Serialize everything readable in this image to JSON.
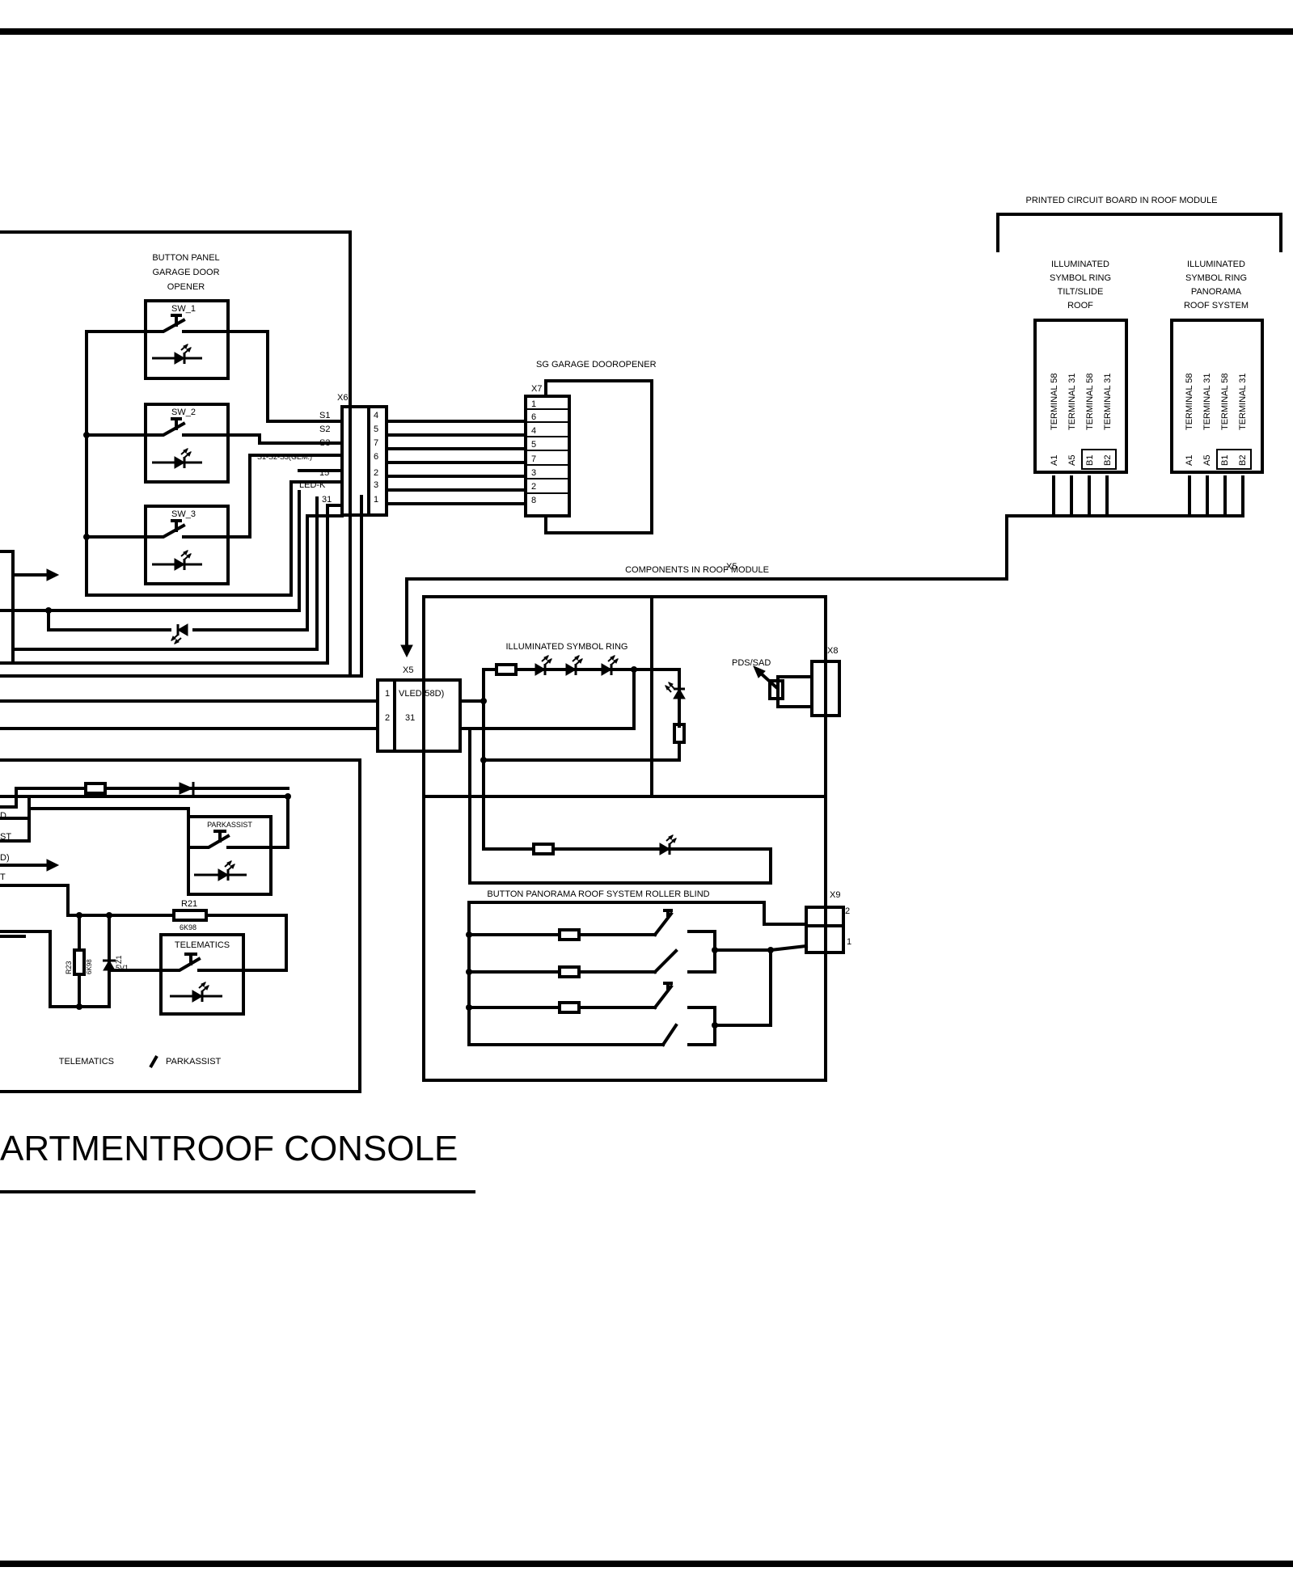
{
  "page_title": "ARTMENTROOF CONSOLE",
  "button_panel": {
    "title_line1": "BUTTON PANEL",
    "title_line2": "GARAGE DOOR",
    "title_line3": "OPENER",
    "switches": [
      "SW_1",
      "SW_2",
      "SW_3"
    ]
  },
  "x6": {
    "label": "X6",
    "signals": [
      "S1",
      "S2",
      "S3",
      "S1-S2-S3(GEM.)",
      "15",
      "LED-K",
      "31"
    ],
    "pins": [
      "4",
      "5",
      "7",
      "6",
      "2",
      "3",
      "1"
    ]
  },
  "garage_opener": {
    "title": "SG GARAGE DOOROPENER",
    "connector_label": "X7",
    "pins": [
      "1",
      "6",
      "4",
      "5",
      "7",
      "3",
      "2",
      "8"
    ]
  },
  "pcb": {
    "title": "PRINTED CIRCUIT BOARD IN ROOF MODULE",
    "ring_tilt": {
      "title_lines": [
        "ILLUMINATED",
        "SYMBOL RING",
        "TILT/SLIDE",
        "ROOF"
      ],
      "terminals": [
        "TERMINAL 58",
        "TERMINAL 31",
        "TERMINAL 58",
        "TERMINAL 31"
      ],
      "pins": [
        "A1",
        "A5",
        "B1",
        "B2"
      ]
    },
    "ring_panorama": {
      "title_lines": [
        "ILLUMINATED",
        "SYMBOL RING",
        "PANORAMA",
        "ROOF SYSTEM"
      ],
      "terminals": [
        "TERMINAL 58",
        "TERMINAL 31",
        "TERMINAL 58",
        "TERMINAL 31"
      ],
      "pins": [
        "A1",
        "A5",
        "B1",
        "B2"
      ]
    }
  },
  "roof_module": {
    "title": "COMPONENTS IN  ROOF MODULE",
    "title_overlap": "X5",
    "symbol_ring": "ILLUMINATED  SYMBOL RING",
    "x5": {
      "label": "X5",
      "pin1": "1",
      "pin1_signal": "VLED(58D)",
      "pin2": "2",
      "pin2_signal": "31"
    },
    "x8": "X8",
    "pds": "PDS/SAD",
    "x9": "X9",
    "x9_pin2": "2",
    "x9_pin1": "1",
    "roller_blind": "BUTTON PANORAMA  ROOF SYSTEM ROLLER BLIND"
  },
  "telematics": {
    "parkassist": "PARKASSIST",
    "telematics": "TELEMATICS",
    "r21": "R21",
    "r21_value": "6K98",
    "r23": "R23",
    "r23_value": "6K98",
    "zener_name": "Z1",
    "zener_value": "5V1",
    "caption_left": "TELEMATICS",
    "caption_right": "PARKASSIST",
    "left_fragments": [
      "D",
      "ST",
      "D)",
      "T"
    ]
  }
}
